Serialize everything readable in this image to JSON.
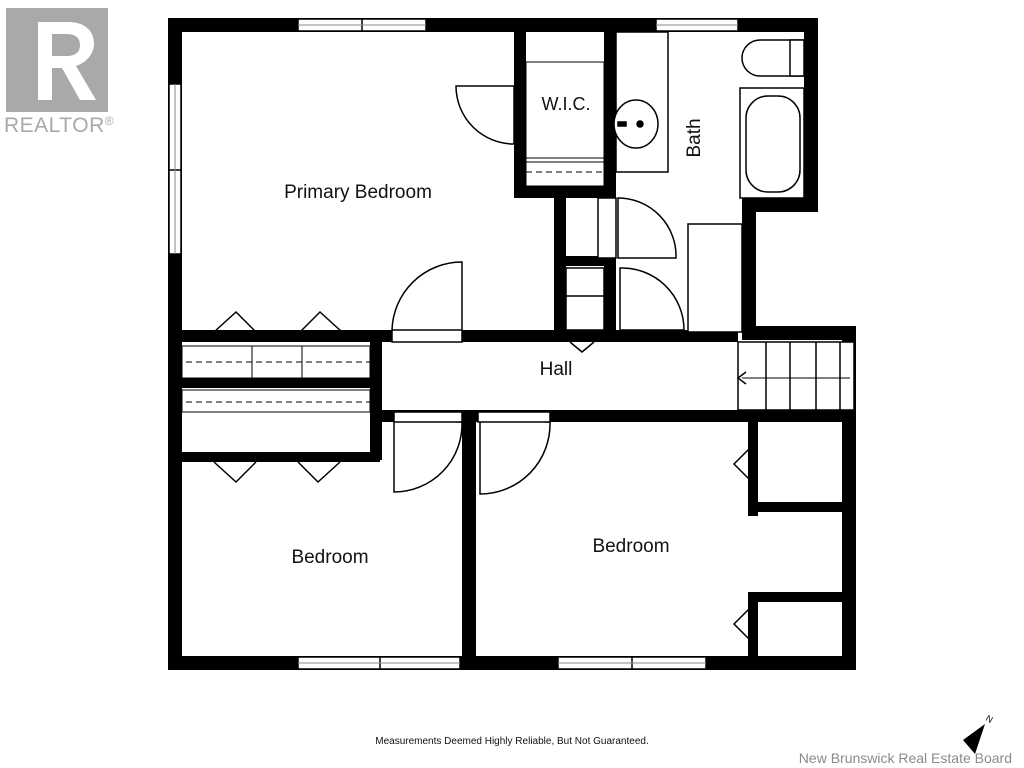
{
  "watermark": {
    "brand": "REALTOR",
    "mark": "®",
    "icon": "realtor-r-icon",
    "color": "#a9a9a9"
  },
  "rooms": {
    "primary_bedroom": "Primary Bedroom",
    "wic": "W.I.C.",
    "bath": "Bath",
    "hall": "Hall",
    "bedroom_left": "Bedroom",
    "bedroom_right": "Bedroom"
  },
  "disclaimer": "Measurements Deemed Highly Reliable, But Not Guaranteed.",
  "footer": {
    "credit": "New Brunswick Real Estate Board"
  },
  "compass": {
    "label": "N",
    "icon": "north-arrow-icon"
  },
  "colors": {
    "wall": "#000000",
    "background": "#ffffff"
  }
}
